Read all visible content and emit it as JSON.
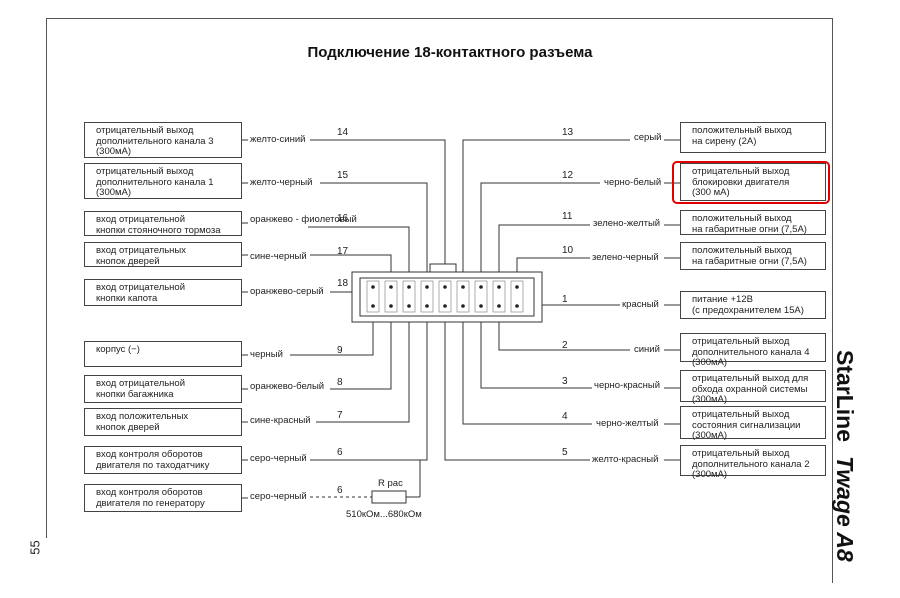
{
  "title": "Подключение 18-контактного разъема",
  "page_number": "55",
  "brand": {
    "name": "StarLine",
    "model": "Twage A8"
  },
  "left_boxes": [
    {
      "lines": [
        "отрицательный выход",
        "дополнительного канала 3",
        "(300мА)"
      ],
      "wire": "желто-синий",
      "pin": "14"
    },
    {
      "lines": [
        "отрицательный выход",
        "дополнительного канала 1",
        "(300мА)"
      ],
      "wire": "желто-черный",
      "pin": "15"
    },
    {
      "lines": [
        "вход отрицательной",
        "кнопки стояночного тормоза"
      ],
      "wire": "оранжево - фиолетовый",
      "pin": "16"
    },
    {
      "lines": [
        "вход отрицательных",
        "кнопок дверей"
      ],
      "wire": "сине-черный",
      "pin": "17"
    },
    {
      "lines": [
        "вход отрицательной",
        "кнопки капота"
      ],
      "wire": "оранжево-серый",
      "pin": "18"
    },
    {
      "lines": [
        "корпус (−)"
      ],
      "wire": "черный",
      "pin": "9"
    },
    {
      "lines": [
        "вход отрицательной",
        "кнопки багажника"
      ],
      "wire": "оранжево-белый",
      "pin": "8"
    },
    {
      "lines": [
        "вход положительных",
        "кнопок дверей"
      ],
      "wire": "сине-красный",
      "pin": "7"
    },
    {
      "lines": [
        "вход контроля оборотов",
        "двигателя по таходатчику"
      ],
      "wire": "серо-черный",
      "pin": "6"
    },
    {
      "lines": [
        "вход контроля оборотов",
        "двигателя по генератору"
      ],
      "wire": "серо-черный",
      "pin": "6"
    }
  ],
  "right_boxes": [
    {
      "lines": [
        "положительный выход",
        "на сирену (2А)"
      ],
      "wire": "серый",
      "pin": "13"
    },
    {
      "lines": [
        "отрицательный  выход",
        "блокировки двигателя",
        "(300 мА)"
      ],
      "wire": "черно-белый",
      "pin": "12",
      "highlighted": true
    },
    {
      "lines": [
        "положительный выход",
        "на габаритные огни (7,5А)"
      ],
      "wire": "зелено-желтый",
      "pin": "11"
    },
    {
      "lines": [
        "положительный выход",
        "на габаритные огни (7,5А)"
      ],
      "wire": "зелено-черный",
      "pin": "10"
    },
    {
      "lines": [
        "питание +12В",
        "(с предохранителем 15А)"
      ],
      "wire": "красный",
      "pin": "1"
    },
    {
      "lines": [
        "отрицательный выход",
        "дополнительного канала 4",
        "(300мА)"
      ],
      "wire": "синий",
      "pin": "2"
    },
    {
      "lines": [
        "отрицательный выход для",
        "обхода охранной системы",
        "(300мА)"
      ],
      "wire": "черно-красный",
      "pin": "3"
    },
    {
      "lines": [
        "отрицательный выход",
        "состояния сигнализации",
        "(300мА)"
      ],
      "wire": "черно-желтый",
      "pin": "4"
    },
    {
      "lines": [
        "отрицательный выход",
        "дополнительного канала 2",
        "(300мА)"
      ],
      "wire": "желто-красный",
      "pin": "5"
    }
  ],
  "resistor": {
    "label": "R рас",
    "range": "510кОм...680кОм"
  },
  "colors": {
    "highlight": "#e00000",
    "line": "#333333"
  }
}
